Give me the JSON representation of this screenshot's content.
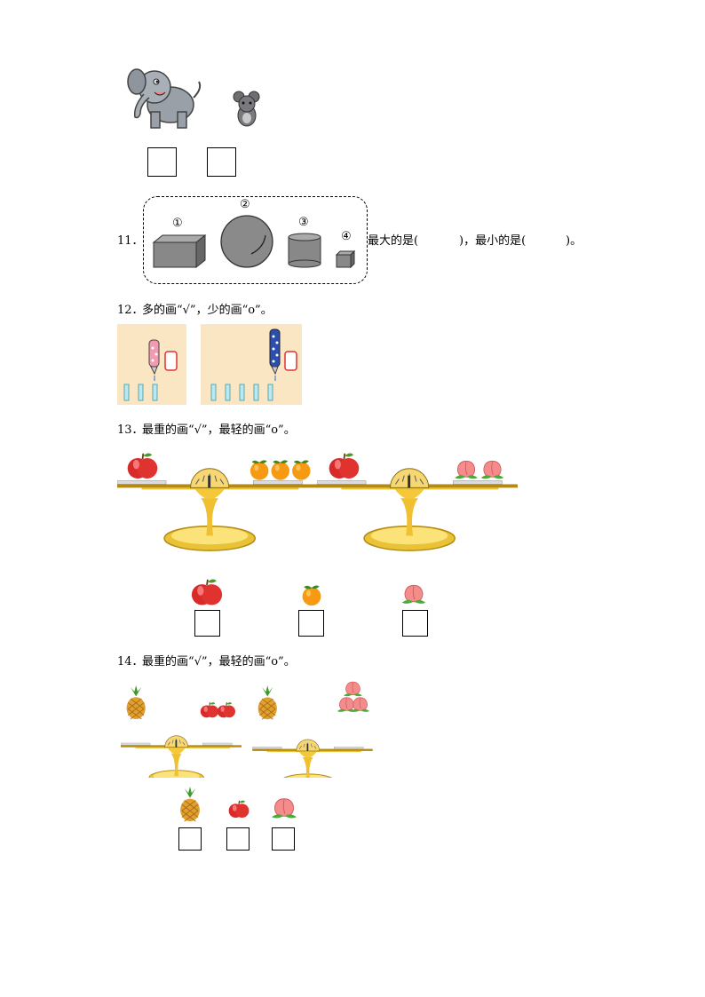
{
  "q11": {
    "number": "11．",
    "labels": [
      "①",
      "②",
      "③",
      "④"
    ],
    "text_largest": "最大的是(",
    "text_mid": ")，最小的是(",
    "text_end": ")。"
  },
  "q12": {
    "number": "12．",
    "text": "多的画“√”，少的画“o”。"
  },
  "q13": {
    "number": "13．",
    "text": "最重的画“√”，最轻的画“o”。"
  },
  "q14": {
    "number": "14．",
    "text": "最重的画“√”，最轻的画“o”。"
  },
  "colors": {
    "apple": "#e0322e",
    "orange": "#f59a12",
    "peach": "#f48c8c",
    "pineapple": "#e0a030",
    "scale_gold": "#f2c94c",
    "panel": "#fbe6c4"
  }
}
